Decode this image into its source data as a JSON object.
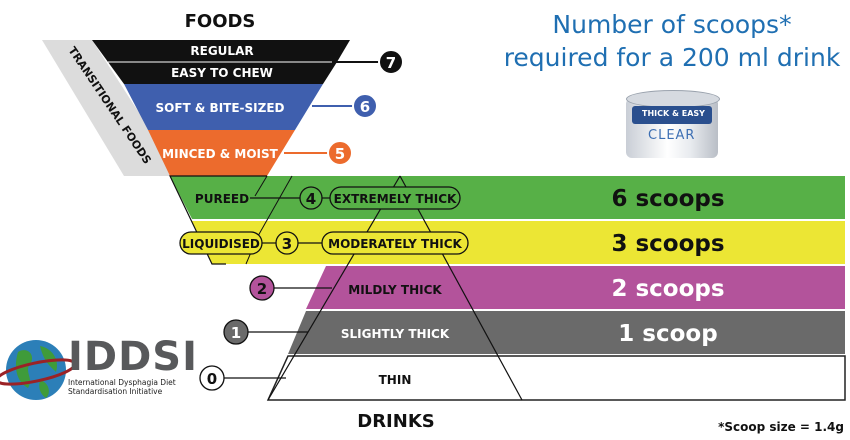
{
  "header": {
    "foods_label": "FOODS",
    "drinks_label": "DRINKS",
    "title_line1": "Number of scoops*",
    "title_line2": "required for a 200 ml drink",
    "transitional_label": "TRANSITIONAL FOODS"
  },
  "food_levels": [
    {
      "level": "7",
      "label": "REGULAR",
      "color": "#111111"
    },
    {
      "level": "7",
      "label": "EASY TO CHEW",
      "color": "#111111"
    },
    {
      "level": "6",
      "label": "SOFT & BITE-SIZED",
      "color": "#3f5fae"
    },
    {
      "level": "5",
      "label": "MINCED & MOIST",
      "color": "#ec6b2d"
    },
    {
      "level": "4",
      "label": "PUREED",
      "color": "#57b047"
    },
    {
      "level": "3",
      "label": "LIQUIDISED",
      "color": "#ece634"
    }
  ],
  "drink_levels": [
    {
      "level": "4",
      "label": "EXTREMELY THICK",
      "scoops": "6 scoops",
      "color": "#57b047"
    },
    {
      "level": "3",
      "label": "MODERATELY THICK",
      "scoops": "3 scoops",
      "color": "#ece634"
    },
    {
      "level": "2",
      "label": "MILDLY THICK",
      "scoops": "2 scoops",
      "color": "#b3539b"
    },
    {
      "level": "1",
      "label": "SLIGHTLY THICK",
      "scoops": "1 scoop",
      "color": "#6a6a6a"
    },
    {
      "level": "0",
      "label": "THIN",
      "scoops": "",
      "color": "#ffffff"
    }
  ],
  "product": {
    "brand": "THICK & EASY",
    "variant": "CLEAR"
  },
  "logo": {
    "name": "IDDSI",
    "subtitle_line1": "International Dysphagia Diet",
    "subtitle_line2": "Standardisation Initiative"
  },
  "footnote": "*Scoop size = 1.4g"
}
